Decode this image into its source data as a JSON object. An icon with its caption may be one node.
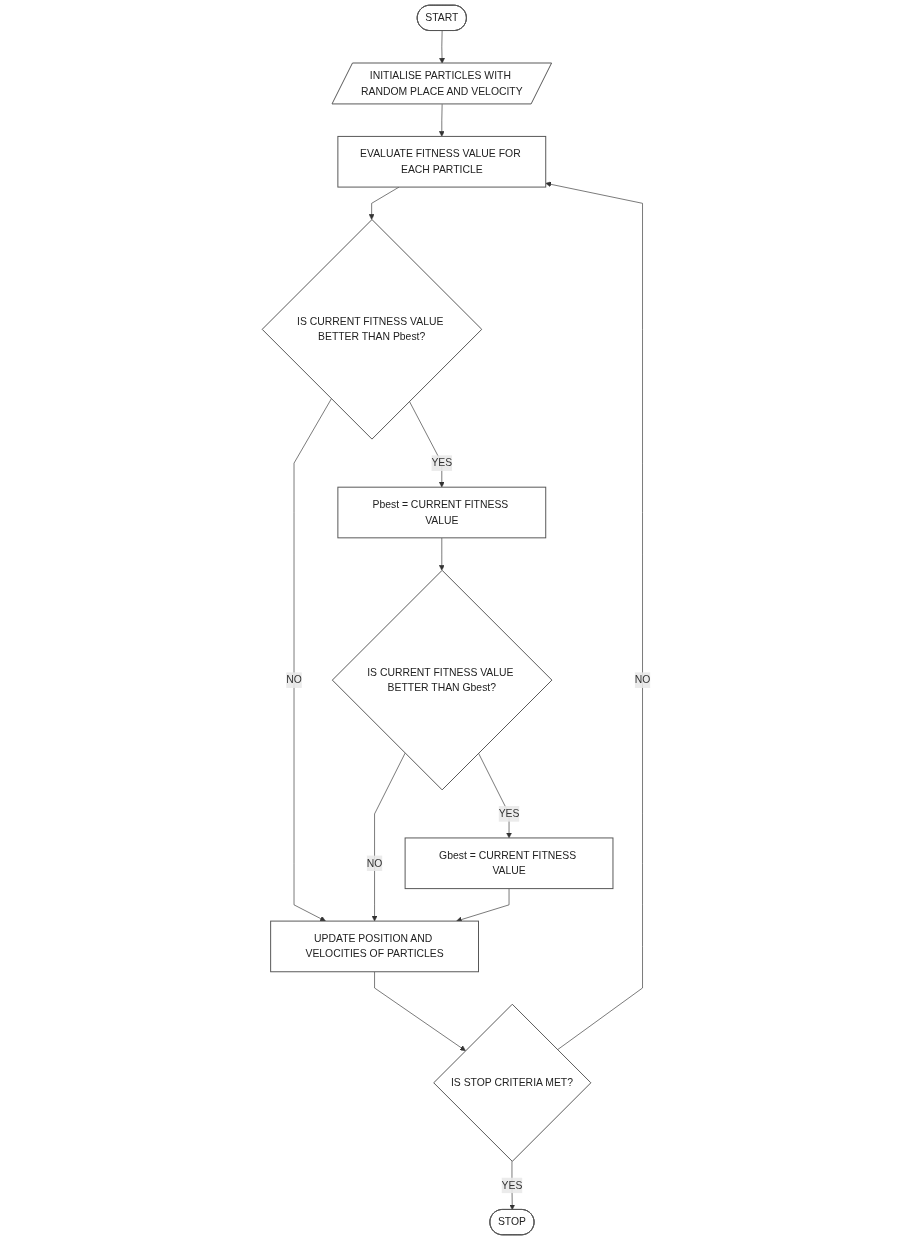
{
  "diagram": {
    "nodes": [
      {
        "text": [
          "START"
        ]
      },
      {
        "text": [
          "INITIALISE PARTICLES WITH RANDOM PLACE AND VELOCITY"
        ]
      },
      {
        "text": [
          "EVALUATE FITNESS VALUE FOR EACH PARTICLE"
        ]
      },
      {
        "text": [
          "IS CURRENT FITNESS VALUE BETTER THAN Pbest?"
        ]
      },
      {
        "text": [
          "Pbest = CURRENT FITNESS VALUE"
        ]
      },
      {
        "text": [
          "IS CURRENT FITNESS VALUE BETTER THAN Gbest?"
        ]
      },
      {
        "text": [
          "Gbest = CURRENT FITNESS VALUE"
        ]
      },
      {
        "text": [
          "UPDATE POSITION AND VELOCITIES OF PARTICLES"
        ]
      },
      {
        "text": [
          "IS STOP CRITERIA MET?"
        ]
      },
      {
        "text": [
          "STOP"
        ]
      }
    ],
    "edges": [
      {
        "from": 0,
        "to": 1,
        "arrow": "to"
      },
      {
        "from": 1,
        "to": 2,
        "arrow": "to"
      },
      {
        "from": 2,
        "to": 3,
        "arrow": "to"
      },
      {
        "from": 3,
        "to": 4,
        "arrow": "to",
        "label": "YES"
      },
      {
        "from": 3,
        "to": 7,
        "arrow": "to",
        "label": "NO"
      },
      {
        "from": 4,
        "to": 5,
        "arrow": "to"
      },
      {
        "from": 5,
        "to": 6,
        "arrow": "to",
        "label": "YES"
      },
      {
        "from": 5,
        "to": 7,
        "arrow": "to",
        "label": "NO"
      },
      {
        "from": 6,
        "to": 7,
        "arrow": "to"
      },
      {
        "from": 7,
        "to": 8,
        "arrow": "to"
      },
      {
        "from": 8,
        "to": 2,
        "arrow": "to",
        "label": "NO"
      },
      {
        "from": 8,
        "to": 9,
        "arrow": "to",
        "label": "YES"
      }
    ]
  }
}
